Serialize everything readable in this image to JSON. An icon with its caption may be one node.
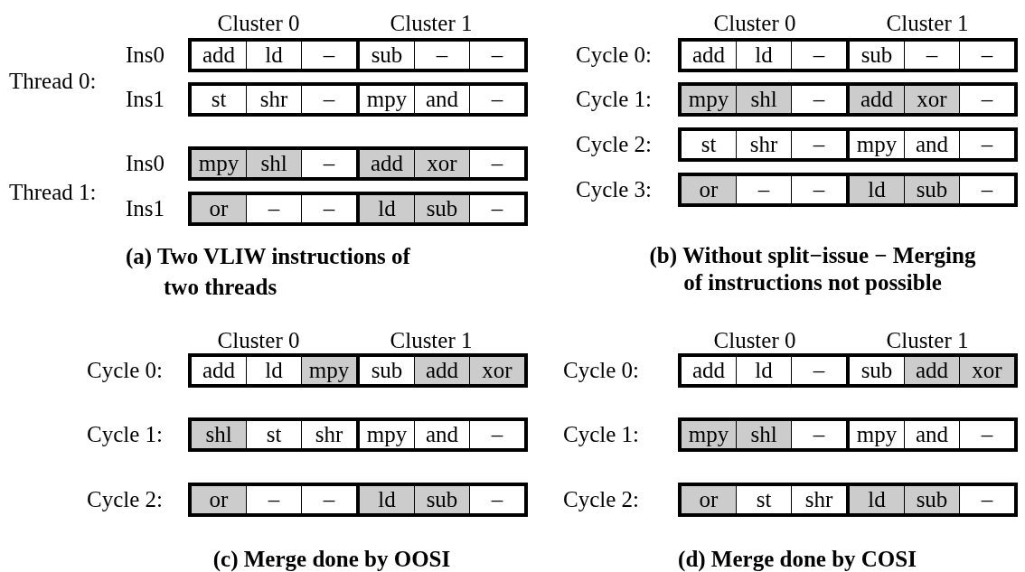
{
  "diagram": {
    "nodes": [
      {
        "text": [],
        "shape": "box"
      },
      {
        "text": [
          "add"
        ],
        "in": 0
      },
      {
        "text": [
          "ld"
        ],
        "in": 0
      },
      {
        "text": [
          "–"
        ],
        "in": 0
      },
      {
        "text": [],
        "shape": "box"
      },
      {
        "text": [
          "sub"
        ],
        "in": 4
      },
      {
        "text": [
          "–"
        ],
        "in": 4
      },
      {
        "text": [
          "–"
        ],
        "in": 4
      },
      {
        "text": [],
        "shape": "box"
      },
      {
        "text": [
          "st"
        ],
        "in": 8
      },
      {
        "text": [
          "shr"
        ],
        "in": 8
      },
      {
        "text": [
          "–"
        ],
        "in": 8
      },
      {
        "text": [],
        "shape": "box"
      },
      {
        "text": [
          "mpy"
        ],
        "in": 12
      },
      {
        "text": [
          "and"
        ],
        "in": 12
      },
      {
        "text": [
          "–"
        ],
        "in": 12
      },
      {
        "text": [],
        "shape": "box"
      },
      {
        "text": [
          "mpy"
        ],
        "in": 16
      },
      {
        "text": [
          "shl"
        ],
        "in": 16
      },
      {
        "text": [
          "–"
        ],
        "in": 16
      },
      {
        "text": [],
        "shape": "box"
      },
      {
        "text": [
          "add"
        ],
        "in": 20
      },
      {
        "text": [
          "xor"
        ],
        "in": 20
      },
      {
        "text": [
          "–"
        ],
        "in": 20
      },
      {
        "text": [],
        "shape": "box"
      },
      {
        "text": [
          "or"
        ],
        "in": 24
      },
      {
        "text": [
          "–"
        ],
        "in": 24
      },
      {
        "text": [
          "–"
        ],
        "in": 24
      },
      {
        "text": [],
        "shape": "box"
      },
      {
        "text": [
          "ld"
        ],
        "in": 28
      },
      {
        "text": [
          "sub"
        ],
        "in": 28
      },
      {
        "text": [
          "–"
        ],
        "in": 28
      },
      {
        "text": [],
        "shape": "box"
      },
      {
        "text": [
          "add"
        ],
        "in": 32
      },
      {
        "text": [
          "ld"
        ],
        "in": 32
      },
      {
        "text": [
          "–"
        ],
        "in": 32
      },
      {
        "text": [],
        "shape": "box"
      },
      {
        "text": [
          "sub"
        ],
        "in": 36
      },
      {
        "text": [
          "–"
        ],
        "in": 36
      },
      {
        "text": [
          "–"
        ],
        "in": 36
      },
      {
        "text": [],
        "shape": "box"
      },
      {
        "text": [
          "mpy"
        ],
        "in": 40
      },
      {
        "text": [
          "shl"
        ],
        "in": 40
      },
      {
        "text": [
          "–"
        ],
        "in": 40
      },
      {
        "text": [],
        "shape": "box"
      },
      {
        "text": [
          "add"
        ],
        "in": 44
      },
      {
        "text": [
          "xor"
        ],
        "in": 44
      },
      {
        "text": [
          "–"
        ],
        "in": 44
      },
      {
        "text": [],
        "shape": "box"
      },
      {
        "text": [
          "st"
        ],
        "in": 48
      },
      {
        "text": [
          "shr"
        ],
        "in": 48
      },
      {
        "text": [
          "–"
        ],
        "in": 48
      },
      {
        "text": [],
        "shape": "box"
      },
      {
        "text": [
          "mpy"
        ],
        "in": 52
      },
      {
        "text": [
          "and"
        ],
        "in": 52
      },
      {
        "text": [
          "–"
        ],
        "in": 52
      },
      {
        "text": [],
        "shape": "box"
      },
      {
        "text": [
          "or"
        ],
        "in": 56
      },
      {
        "text": [
          "–"
        ],
        "in": 56
      },
      {
        "text": [
          "–"
        ],
        "in": 56
      },
      {
        "text": [],
        "shape": "box"
      },
      {
        "text": [
          "ld"
        ],
        "in": 60
      },
      {
        "text": [
          "sub"
        ],
        "in": 60
      },
      {
        "text": [
          "–"
        ],
        "in": 60
      },
      {
        "text": [],
        "shape": "box"
      },
      {
        "text": [
          "add"
        ],
        "in": 64
      },
      {
        "text": [
          "ld"
        ],
        "in": 64
      },
      {
        "text": [
          "mpy"
        ],
        "in": 64
      },
      {
        "text": [],
        "shape": "box"
      },
      {
        "text": [
          "sub"
        ],
        "in": 68
      },
      {
        "text": [
          "add"
        ],
        "in": 68
      },
      {
        "text": [
          "xor"
        ],
        "in": 68
      },
      {
        "text": [],
        "shape": "box"
      },
      {
        "text": [
          "shl"
        ],
        "in": 72
      },
      {
        "text": [
          "st"
        ],
        "in": 72
      },
      {
        "text": [
          "shr"
        ],
        "in": 72
      },
      {
        "text": [],
        "shape": "box"
      },
      {
        "text": [
          "mpy"
        ],
        "in": 76
      },
      {
        "text": [
          "and"
        ],
        "in": 76
      },
      {
        "text": [
          "–"
        ],
        "in": 76
      },
      {
        "text": [],
        "shape": "box"
      },
      {
        "text": [
          "or"
        ],
        "in": 80
      },
      {
        "text": [
          "–"
        ],
        "in": 80
      },
      {
        "text": [
          "–"
        ],
        "in": 80
      },
      {
        "text": [],
        "shape": "box"
      },
      {
        "text": [
          "ld"
        ],
        "in": 84
      },
      {
        "text": [
          "sub"
        ],
        "in": 84
      },
      {
        "text": [
          "–"
        ],
        "in": 84
      },
      {
        "text": [],
        "shape": "box"
      },
      {
        "text": [
          "add"
        ],
        "in": 88
      },
      {
        "text": [
          "ld"
        ],
        "in": 88
      },
      {
        "text": [
          "–"
        ],
        "in": 88
      },
      {
        "text": [],
        "shape": "box"
      },
      {
        "text": [
          "sub"
        ],
        "in": 92
      },
      {
        "text": [
          "add"
        ],
        "in": 92
      },
      {
        "text": [
          "xor"
        ],
        "in": 92
      },
      {
        "text": [],
        "shape": "box"
      },
      {
        "text": [
          "mpy"
        ],
        "in": 96
      },
      {
        "text": [
          "shl"
        ],
        "in": 96
      },
      {
        "text": [
          "–"
        ],
        "in": 96
      },
      {
        "text": [],
        "shape": "box"
      },
      {
        "text": [
          "mpy"
        ],
        "in": 100
      },
      {
        "text": [
          "and"
        ],
        "in": 100
      },
      {
        "text": [
          "–"
        ],
        "in": 100
      },
      {
        "text": [],
        "shape": "box"
      },
      {
        "text": [
          "or"
        ],
        "in": 104
      },
      {
        "text": [
          "st"
        ],
        "in": 104
      },
      {
        "text": [
          "shr"
        ],
        "in": 104
      },
      {
        "text": [],
        "shape": "box"
      },
      {
        "text": [
          "ld"
        ],
        "in": 108
      },
      {
        "text": [
          "sub"
        ],
        "in": 108
      },
      {
        "text": [
          "–"
        ],
        "in": 108
      }
    ],
    "labels": [
      "Cluster 0",
      "Cluster 1",
      "Cluster 0",
      "Cluster 1",
      "Ins0",
      "Cycle 0:",
      "Thread 0:",
      "Ins1",
      "Cycle 1:",
      "Cycle 2:",
      "Ins0",
      "Thread 1:",
      "Cycle 3:",
      "Ins1",
      "(a) Two VLIW instructions of two threads",
      "(b) Without split−issue − Merging of instructions not possible",
      "Cluster 0",
      "Cluster 1",
      "Cluster 0",
      "Cluster 1",
      "Cycle 0:",
      "Cycle 0:",
      "Cycle 1:",
      "Cycle 1:",
      "Cycle 2:",
      "Cycle 2:",
      "(c) Merge done by OOSI",
      "(d) Merge done by COSI"
    ]
  }
}
